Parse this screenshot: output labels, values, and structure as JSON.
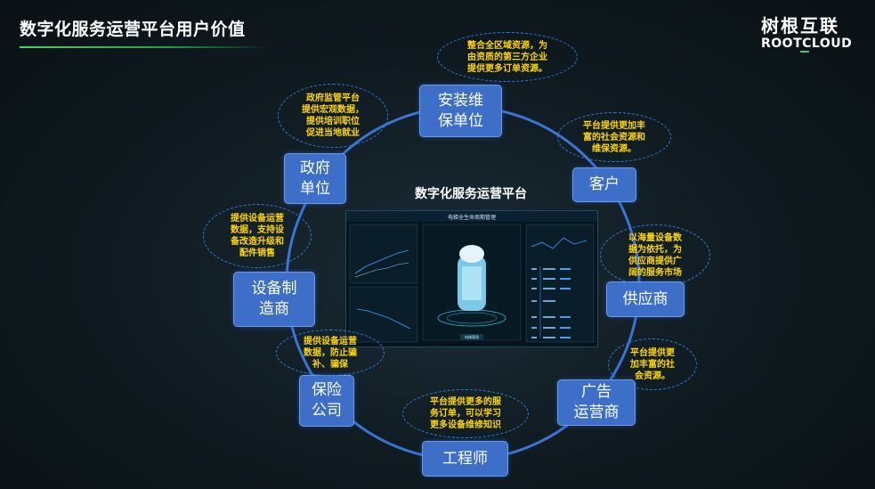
{
  "header": {
    "title": "数字化服务运营平台用户价值",
    "logo_cn": "树根互联",
    "logo_en": "ROOTCLOUD"
  },
  "center": {
    "label": "数字化服务运营平台",
    "dashboard_title": "电梯全生命周期管理",
    "dashboard_button": "电梯管理"
  },
  "nodes": [
    {
      "id": "install",
      "label": "安装维\n保单位"
    },
    {
      "id": "customer",
      "label": "客户"
    },
    {
      "id": "supplier",
      "label": "供应商"
    },
    {
      "id": "ad",
      "label": "广告\n运营商"
    },
    {
      "id": "engineer",
      "label": "工程师"
    },
    {
      "id": "insurance",
      "label": "保险\n公司"
    },
    {
      "id": "manufacturer",
      "label": "设备制\n造商"
    },
    {
      "id": "government",
      "label": "政府\n单位"
    }
  ],
  "bubbles": [
    {
      "id": "install",
      "text": "整合全区域资源，为\n由资质的第三方企业\n提供更多订单资源。"
    },
    {
      "id": "customer",
      "text": "平台提供更加丰\n富的社会资源和\n维保资源。"
    },
    {
      "id": "supplier",
      "text": "以海量设备数\n据为依托，为\n供应商提供广\n阔的服务市场"
    },
    {
      "id": "ad",
      "text": "平台提供更\n加丰富的社\n会资源。"
    },
    {
      "id": "engineer",
      "text": "平台提供更多的服\n务订单，可以学习\n更多设备维修知识"
    },
    {
      "id": "insurance",
      "text": "提供设备运营\n数据，防止骗\n补、骗保"
    },
    {
      "id": "manufacturer",
      "text": "提供设备运营\n数据，支持设\n备改造升级和\n配件销售"
    },
    {
      "id": "government",
      "text": "政府监管平台\n提供宏观数据，\n提供培训职位\n促进当地就业"
    }
  ],
  "colors": {
    "node_fill": "#3d6fc9",
    "bubble_border": "#2c7fd8",
    "bubble_text": "#ffd700",
    "ring": "#3a74d6",
    "accent_green": "#4fd06a"
  }
}
